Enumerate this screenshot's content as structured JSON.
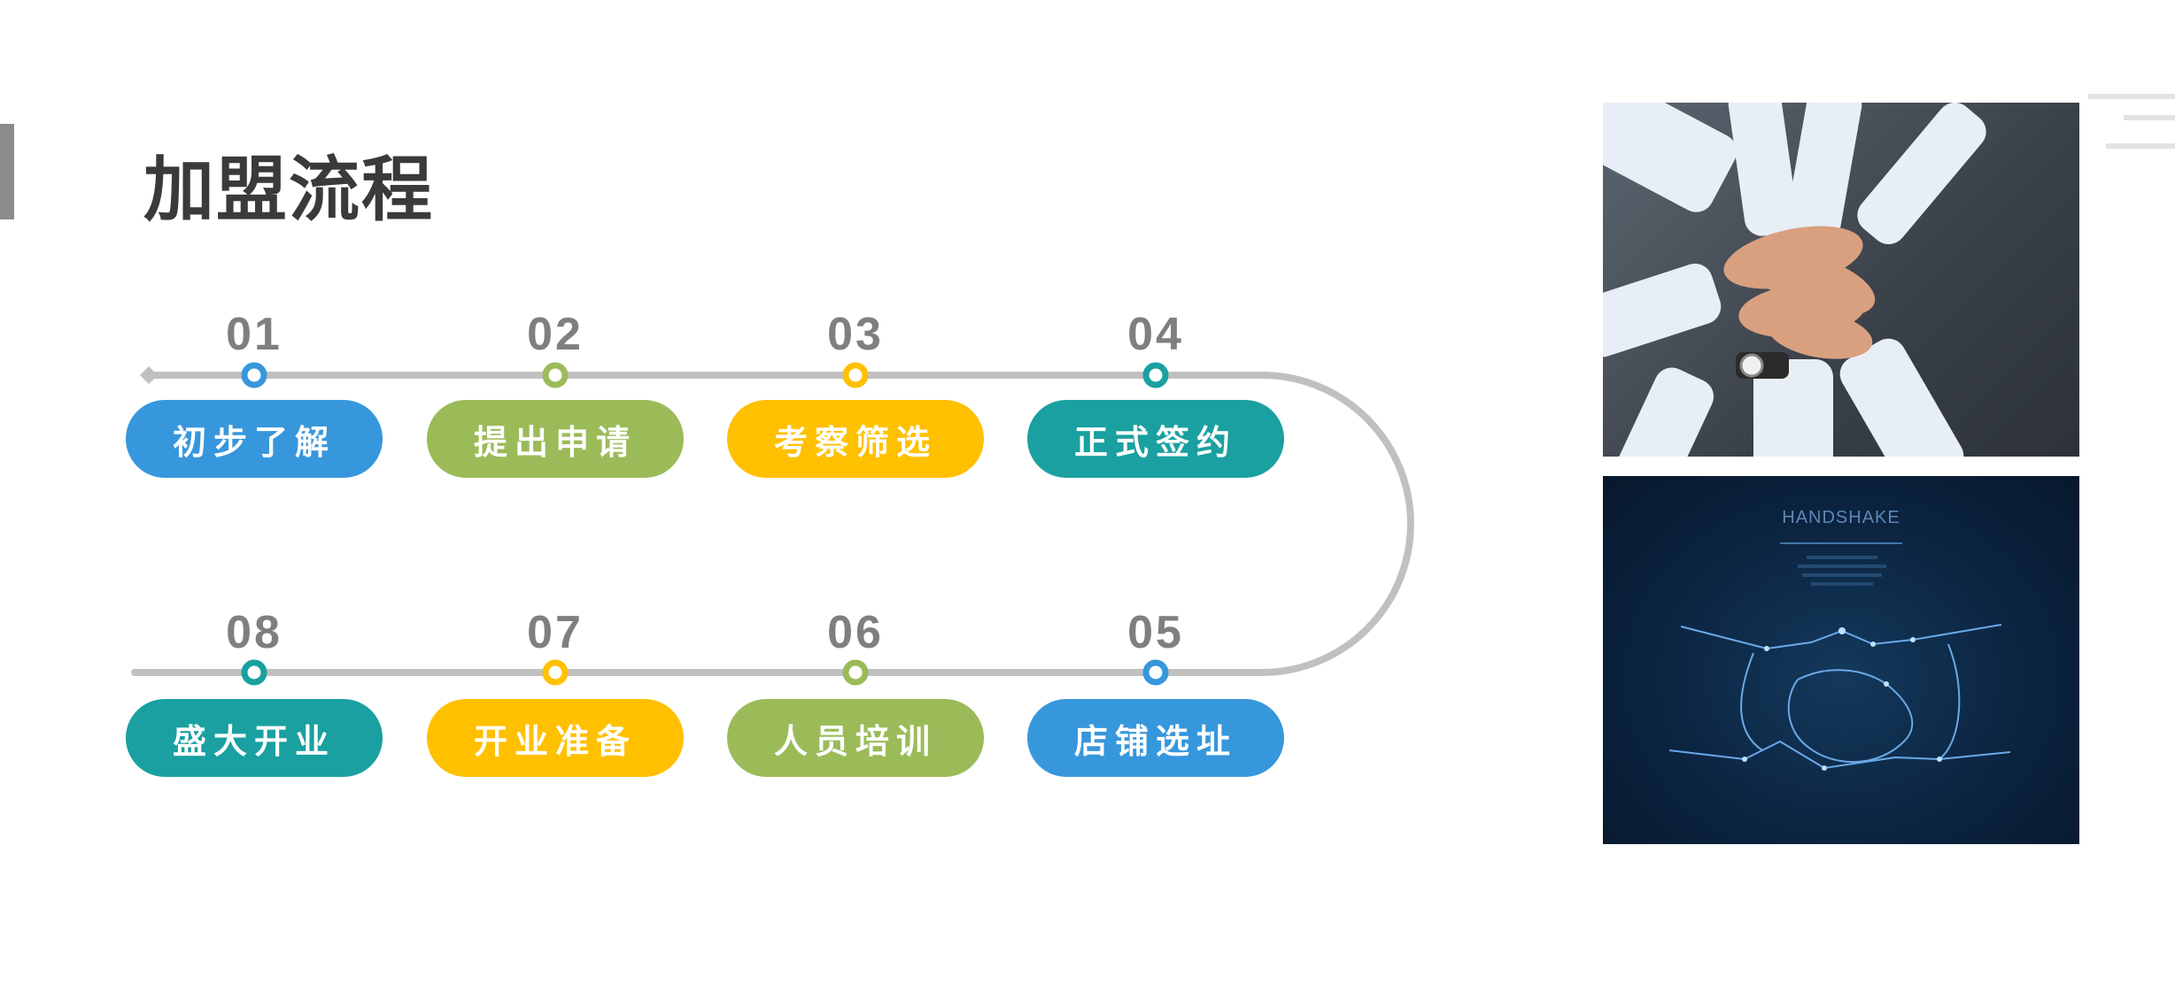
{
  "title": "加盟流程",
  "colors": {
    "blue": "#3797dc",
    "green": "#9bbb59",
    "yellow": "#ffc000",
    "teal": "#1aa0a0",
    "track": "#c0c0c0",
    "number": "#7f7f7f"
  },
  "steps": [
    {
      "num": "01",
      "label": "初步了解",
      "color": "#3797dc"
    },
    {
      "num": "02",
      "label": "提出申请",
      "color": "#9bbb59"
    },
    {
      "num": "03",
      "label": "考察筛选",
      "color": "#ffc000"
    },
    {
      "num": "04",
      "label": "正式签约",
      "color": "#1aa0a0"
    },
    {
      "num": "05",
      "label": "店铺选址",
      "color": "#3797dc"
    },
    {
      "num": "06",
      "label": "人员培训",
      "color": "#9bbb59"
    },
    {
      "num": "07",
      "label": "开业准备",
      "color": "#ffc000"
    },
    {
      "num": "08",
      "label": "盛大开业",
      "color": "#1aa0a0"
    }
  ],
  "images": {
    "handshake_title": "HANDSHAKE"
  }
}
